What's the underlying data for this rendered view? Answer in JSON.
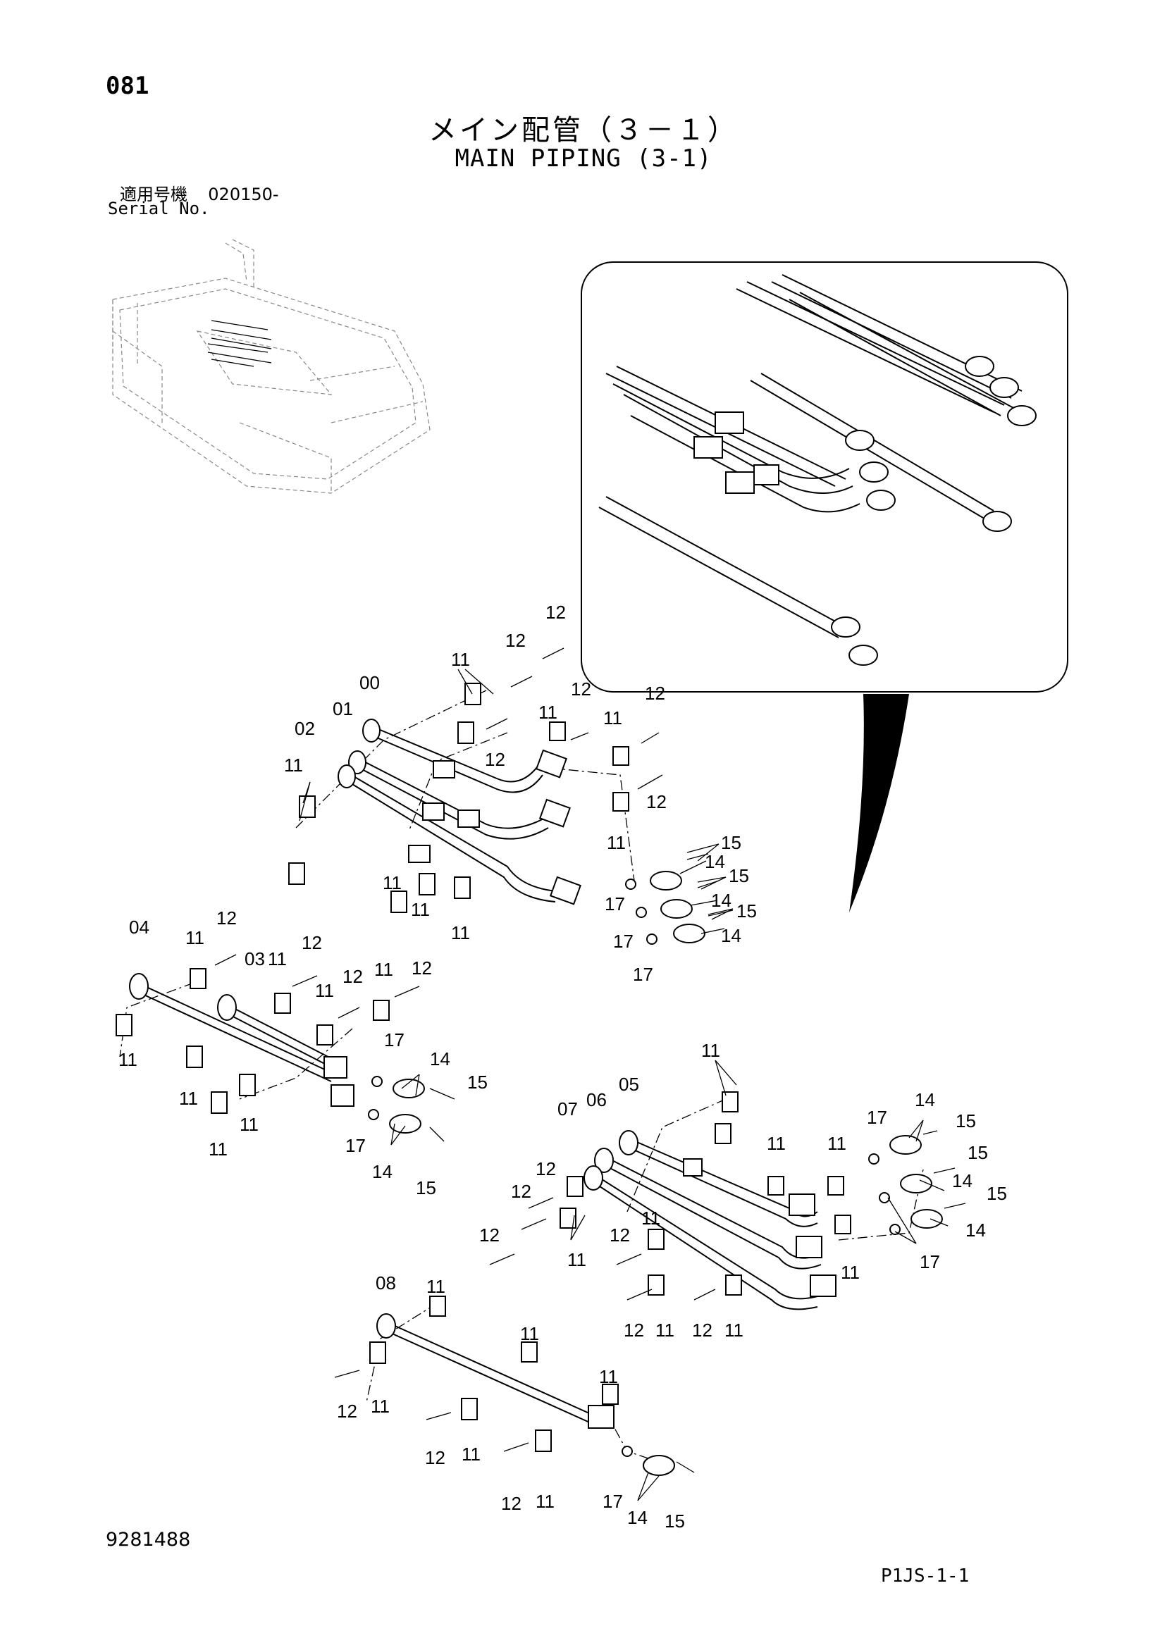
{
  "header": {
    "page_number": "081",
    "title_ja": "メイン配管（３－１）",
    "title_en": "MAIN PIPING (3-1)",
    "serial_label_ja": "適用号機",
    "serial_value": "020150-",
    "serial_label_en": "Serial No."
  },
  "footer": {
    "document_number": "9281488",
    "page_code": "P1JS-1-1"
  },
  "callouts": {
    "c00": "00",
    "c01": "01",
    "c02": "02",
    "c03": "03",
    "c04": "04",
    "c05": "05",
    "c06": "06",
    "c07": "07",
    "c08": "08",
    "c11": "11",
    "c12": "12",
    "c14": "14",
    "c15": "15",
    "c17": "17"
  }
}
